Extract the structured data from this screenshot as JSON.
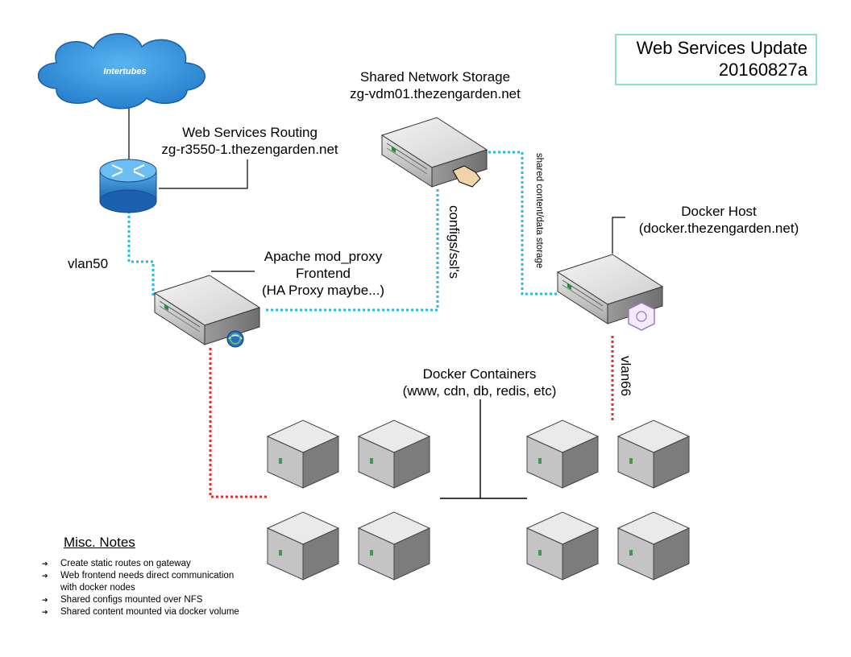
{
  "title": {
    "line1": "Web Services Update",
    "line2": "20160827a"
  },
  "cloud": {
    "label": "Intertubes"
  },
  "router": {
    "title": "Web Services Routing",
    "host": "zg-r3550-1.thezengarden.net"
  },
  "storage": {
    "title": "Shared Network Storage",
    "host": "zg-vdm01.thezengarden.net"
  },
  "proxy": {
    "line1": "Apache mod_proxy",
    "line2": "Frontend",
    "line3": "(HA Proxy maybe...)"
  },
  "docker_host": {
    "title": "Docker Host",
    "host": "(docker.thezengarden.net)"
  },
  "containers": {
    "title": "Docker Containers",
    "subtitle": "(www, cdn, db, redis, etc)"
  },
  "links": {
    "vlan50": "vlan50",
    "vlan66": "vlan66",
    "configs": "configs/ssl's",
    "shared_content": "shared content/data storage"
  },
  "notes": {
    "title": "Misc. Notes",
    "items": [
      "Create static routes on gateway",
      "Web frontend needs direct communication",
      "with docker nodes",
      "Shared configs mounted over NFS",
      "Shared content mounted via docker volume"
    ]
  },
  "colors": {
    "cyan_link": "#29b8e8",
    "red_link": "#e03030",
    "title_border": "#8fe0c8",
    "cloud": "#2d8fd8",
    "router": "#2a7fc8"
  }
}
